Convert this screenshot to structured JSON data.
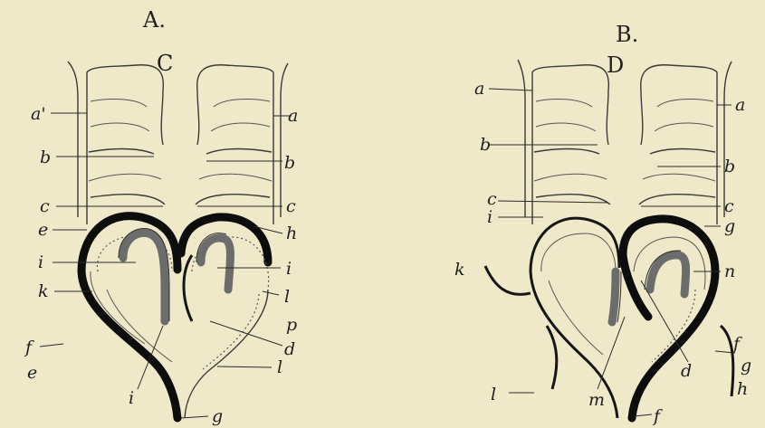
{
  "figure": {
    "panel_a": {
      "heading": "A.",
      "sublabel": "C",
      "labels": {
        "a_left": "a'",
        "a_right": "a",
        "b_left": "b",
        "b_right": "b",
        "c_left": "c",
        "c_right": "c",
        "e": "e",
        "h": "h",
        "i_left": "i",
        "i_right": "i",
        "k": "k",
        "l_mid": "l",
        "f": "f",
        "p": "p",
        "e_low": "e",
        "d": "d",
        "l_low": "l",
        "i_low": "i",
        "g": "g"
      }
    },
    "panel_b": {
      "heading": "B.",
      "sublabel": "D",
      "labels": {
        "a_left": "a",
        "a_right": "a",
        "b_left": "b",
        "b_right": "b",
        "c_left": "c",
        "c_right": "c",
        "i": "i",
        "k": "k",
        "g_upper": "g",
        "n": "n",
        "f_right": "f",
        "g": "g",
        "d": "d",
        "h": "h",
        "l": "l",
        "m": "m",
        "f_low": "f"
      }
    }
  }
}
